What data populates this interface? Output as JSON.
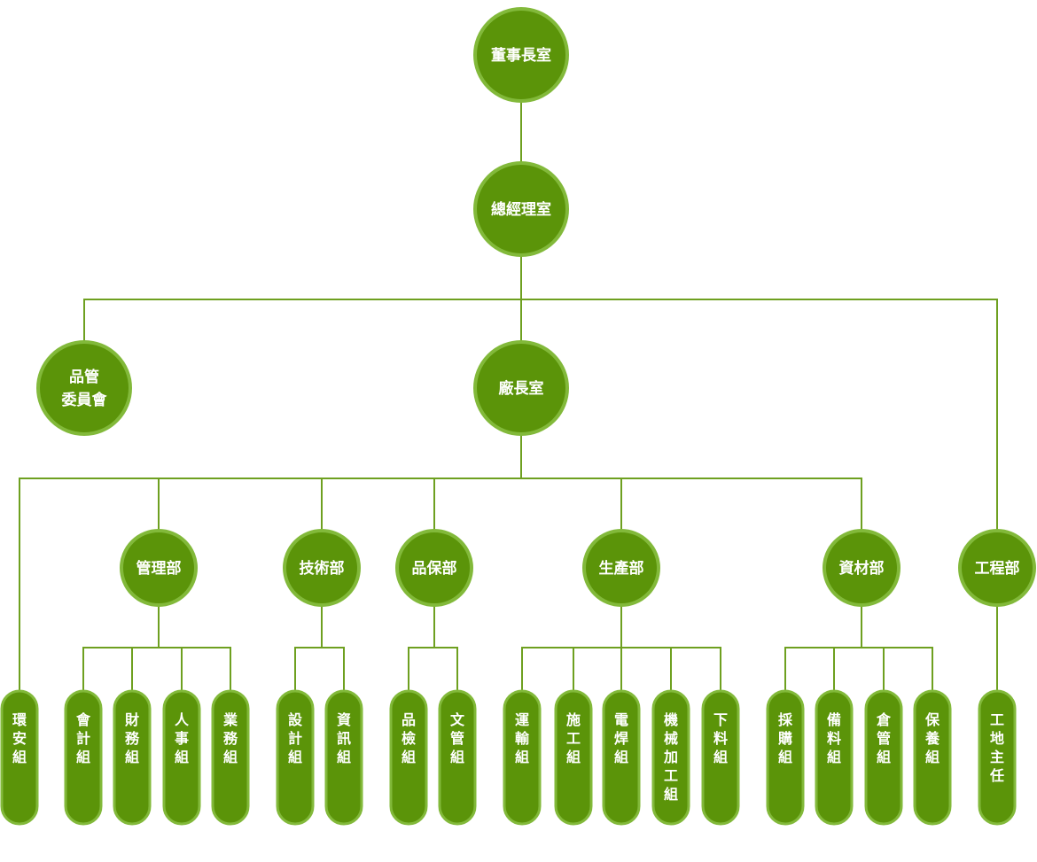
{
  "org": {
    "chairman": "董事長室",
    "gm": "總經理室",
    "qc_committee": [
      "品管",
      "委員會"
    ],
    "factory": "廠長室",
    "management": "管理部",
    "tech": "技術部",
    "qa": "品保部",
    "production": "生產部",
    "materials": "資材部",
    "engineering": "工程部",
    "env": "環安組",
    "mgmt_teams": [
      "會計組",
      "財務組",
      "人事組",
      "業務組"
    ],
    "tech_teams": [
      "設計組",
      "資訊組"
    ],
    "qa_teams": [
      "品檢組",
      "文管組"
    ],
    "prod_teams": [
      "運輸組",
      "施工組",
      "電焊組",
      "機械加工組",
      "下料組"
    ],
    "mat_teams": [
      "採購組",
      "備料組",
      "倉管組",
      "保養組"
    ],
    "eng_teams": [
      "工地主任"
    ]
  },
  "colors": {
    "fill": "#5b9409",
    "border": "#82b93a",
    "line": "#6ea020",
    "text": "#ffffff"
  }
}
